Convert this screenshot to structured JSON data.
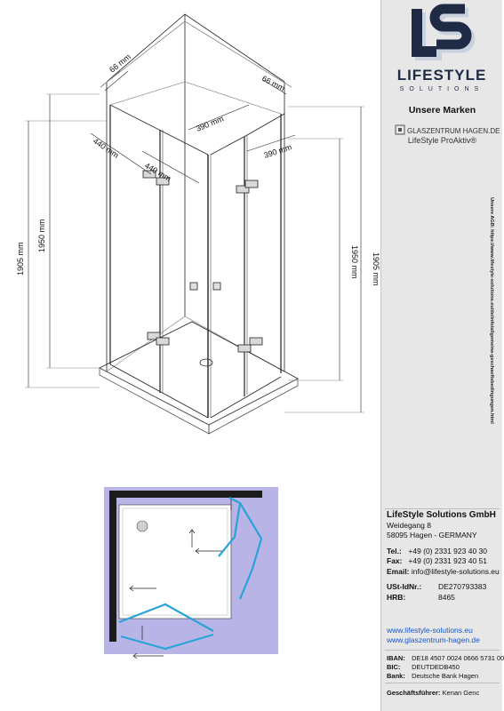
{
  "drawing": {
    "dimensions": {
      "top_left_depth": "66 mm",
      "top_right_depth": "66 mm",
      "left_door_outer": "440 mm",
      "left_door_inner": "440 mm",
      "right_door_top": "390 mm",
      "right_door_side": "390 mm",
      "height_left_inner": "1950 mm",
      "height_left_outer": "1905 mm",
      "height_right_inner": "1950 mm",
      "height_right_outer": "1905 mm"
    },
    "plan_colors": {
      "background": "#b9b4e6",
      "wall": "#1c1c1c",
      "door_swing": "#2aa3d8"
    }
  },
  "sidebar": {
    "logo_text": "LIFESTYLE",
    "logo_sub": "SOLUTIONS",
    "brands_heading": "Unsere Marken",
    "brand_glaszentrum": "GLASZENTRUM HAGEN.DE",
    "brand_proaktiv": "LifeStyle ProAktiv®",
    "agb_text": "Unsere AGB: https://www.lifestyle-solutions.eu/de/info/allgemeine-geschaeftsbedingungen.html",
    "company": {
      "name": "LifeStyle Solutions GmbH",
      "street": "Weidegang 8",
      "city": "58095 Hagen - GERMANY",
      "tel_label": "Tel.:",
      "tel": "+49 (0) 2331 923 40 30",
      "fax_label": "Fax:",
      "fax": "+49 (0) 2331 923 40 51",
      "email_label": "Email:",
      "email": "info@lifestyle-solutions.eu",
      "ust_label": "USt-IdNr.:",
      "ust": "DE270793383",
      "hrb_label": "HRB:",
      "hrb": "8465"
    },
    "links": {
      "web1": "www.lifestyle-solutions.eu",
      "web2": "www.glaszentrum-hagen.de"
    },
    "bank": {
      "iban_label": "IBAN:",
      "iban": "DE18 4507 0024 0666 5731 00",
      "bic_label": "BIC:",
      "bic": "DEUTDEDB450",
      "bank_label": "Bank:",
      "bank": "Deutsche Bank Hagen"
    },
    "ceo_label": "Geschäftsführer:",
    "ceo": "Kenan Genc",
    "colors": {
      "accent_blue": "#1a56c9",
      "logo_dark": "#1f2a44",
      "logo_light": "#c9d0de"
    }
  }
}
